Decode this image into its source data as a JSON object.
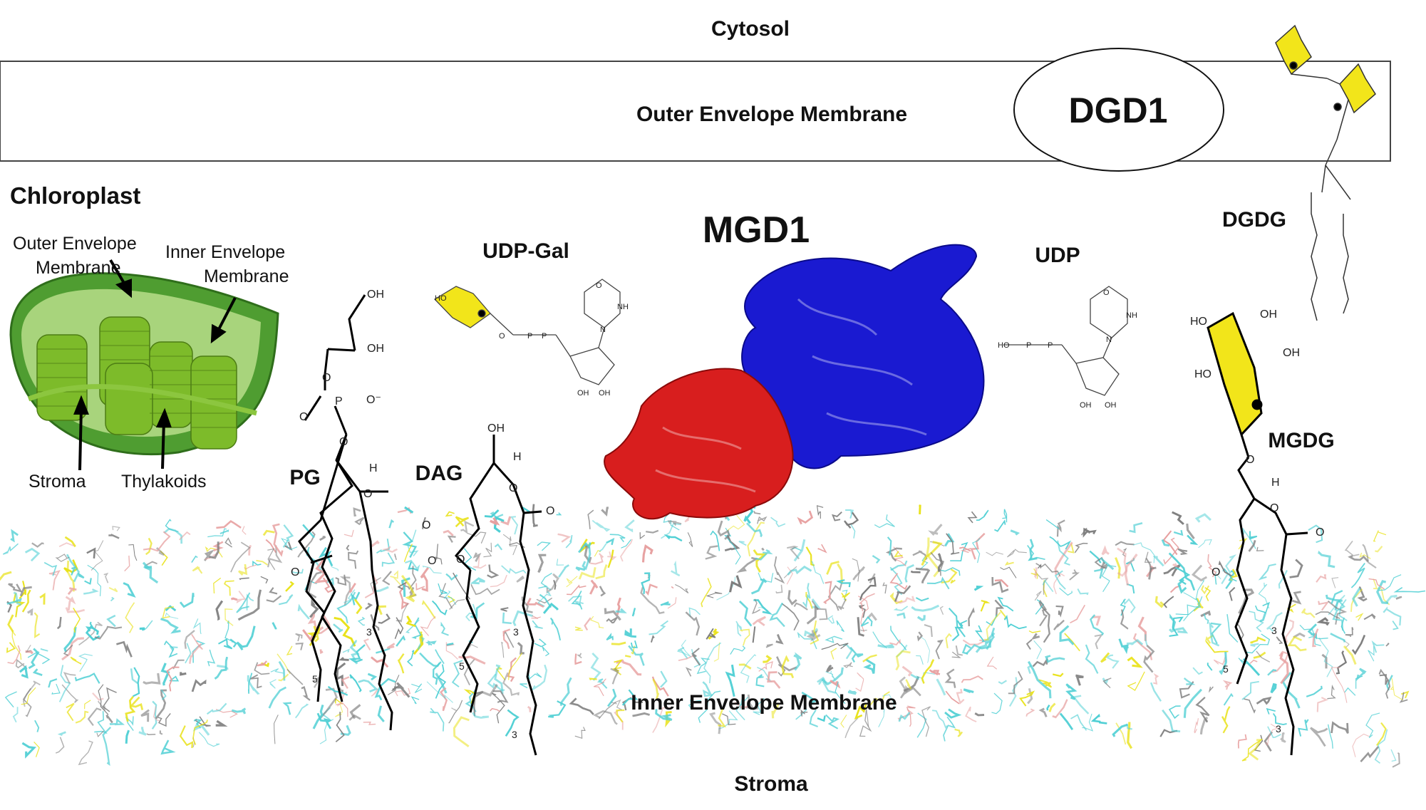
{
  "labels": {
    "cytosol": "Cytosol",
    "outer_envelope_membrane": "Outer Envelope Membrane",
    "dgd1": "DGD1",
    "chloroplast": "Chloroplast",
    "outer_envelope_membrane_line1": "Outer Envelope",
    "outer_envelope_membrane_line2": "Membrane",
    "inner_envelope_membrane_line1": "Inner Envelope",
    "inner_envelope_membrane_line2": "Membrane",
    "stroma_inset": "Stroma",
    "thylakoids": "Thylakoids",
    "udp_gal": "UDP-Gal",
    "mgd1": "MGD1",
    "udp": "UDP",
    "dgdg": "DGDG",
    "pg": "PG",
    "dag": "DAG",
    "mgdg": "MGDG",
    "inner_envelope_membrane": "Inner Envelope Membrane",
    "stroma": "Stroma"
  },
  "chem": {
    "oh": "OH",
    "ho": "HO",
    "h": "H",
    "o": "O",
    "p": "P",
    "o_minus": "O⁻",
    "n": "N",
    "nh": "NH",
    "num3": "3",
    "num5": "5"
  },
  "colors": {
    "protein_mgd1_domain_a": "#1a1ad1",
    "protein_mgd1_domain_b": "#d81e1e",
    "galactose_ring": "#f2e51a",
    "chloroplast_green": "#5fa83a",
    "lipid_cyan": "#4fcfd4",
    "lipid_grey": "#7d7d7d",
    "lipid_pink": "#e7a0a0",
    "lipid_yellow": "#e9e21a"
  },
  "icons": {
    "chloroplast": "chloroplast-icon",
    "mgd1": "protein-structure-icon",
    "dgd1": "protein-ellipse-icon"
  }
}
